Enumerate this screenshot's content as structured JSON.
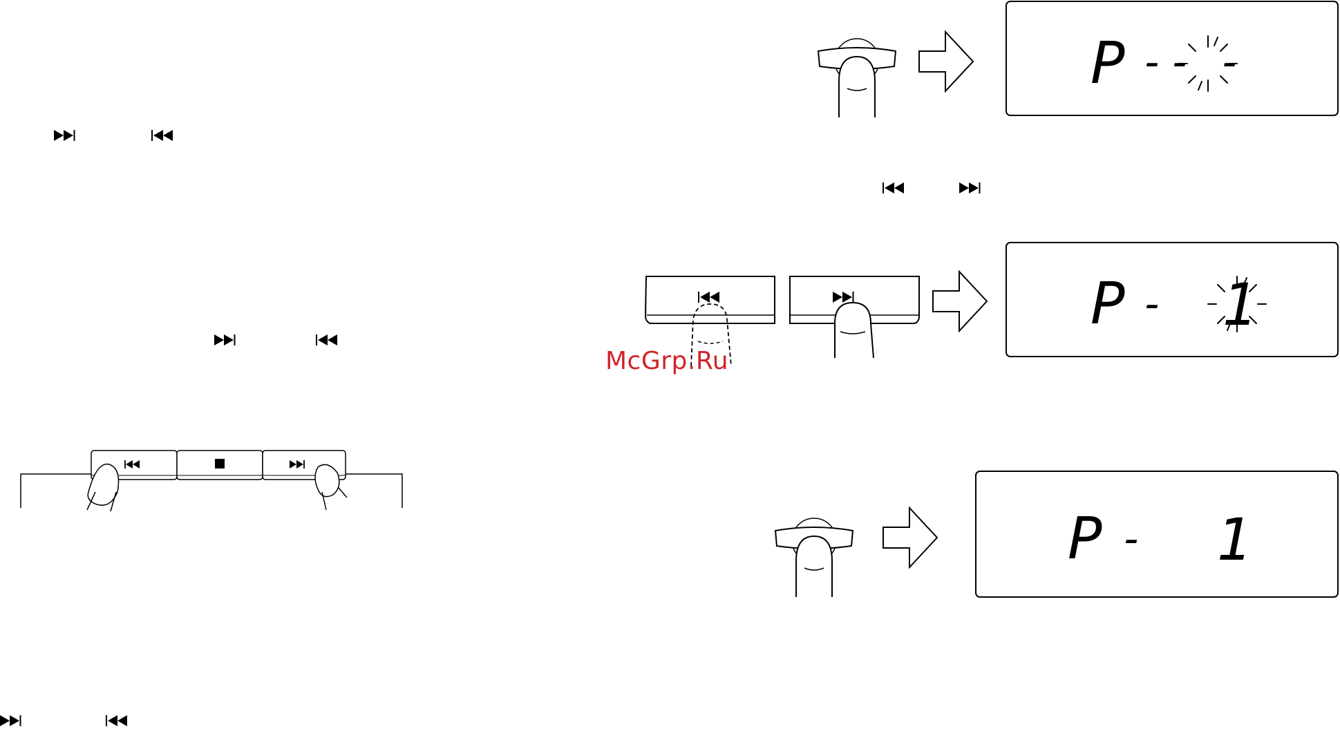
{
  "watermark": "McGrp.Ru",
  "displays": [
    {
      "left": "P",
      "sep": "-",
      "right": "- -",
      "state": "blinking"
    },
    {
      "left": "P",
      "sep": "-",
      "right": "1",
      "state": "blinking"
    },
    {
      "left": "P",
      "sep": "-",
      "right": "1",
      "state": "steady"
    }
  ],
  "icons": [
    "next-track-icon",
    "previous-track-icon",
    "stop-icon",
    "finger-press-icon",
    "arrow-right-icon"
  ],
  "colors": {
    "ink": "#000000",
    "watermark": "#d2232a"
  }
}
